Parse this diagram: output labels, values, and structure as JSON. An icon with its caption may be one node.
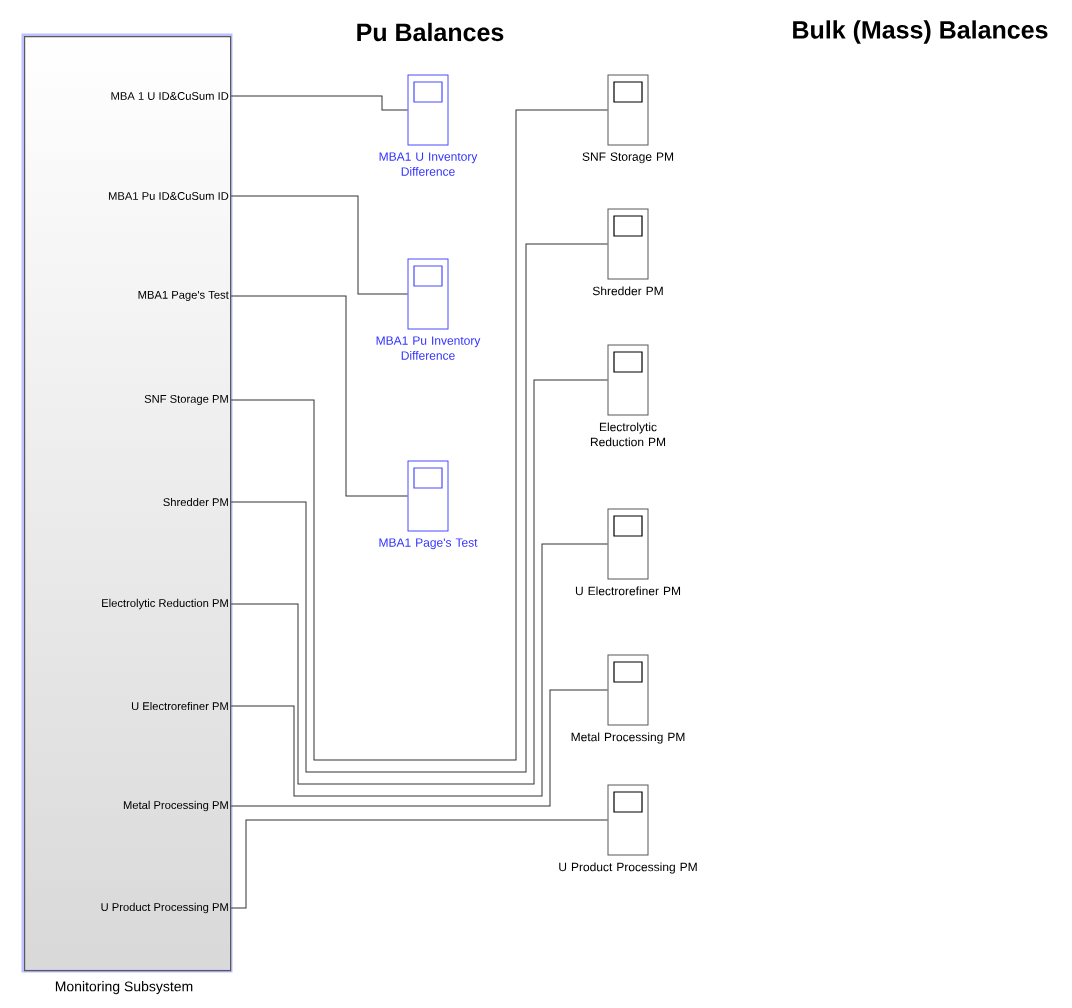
{
  "diagram": {
    "nodes": [
      {
        "text": [],
        "shape": "box",
        "beside": [
          "Monitoring Subsystem"
        ]
      },
      {
        "text": [
          "MBA 1 U ID&CuSum ID"
        ],
        "in": 0
      },
      {
        "text": [
          "MBA1 Pu ID&CuSum ID"
        ],
        "in": 0
      },
      {
        "text": [
          "MBA1 Page's Test"
        ],
        "in": 0
      },
      {
        "text": [
          "SNF Storage  PM"
        ],
        "in": 0
      },
      {
        "text": [
          "Shredder PM"
        ],
        "in": 0
      },
      {
        "text": [
          "Electrolytic Reduction PM"
        ],
        "in": 0
      },
      {
        "text": [
          "U Electrorefiner PM"
        ],
        "in": 0
      },
      {
        "text": [
          "Metal Processing PM"
        ],
        "in": 0
      },
      {
        "text": [
          "U Product Processing PM"
        ],
        "in": 0
      },
      {
        "text": [],
        "shape": "box",
        "beside": [
          "MBA1 U Inventory Difference"
        ]
      },
      {
        "text": [],
        "shape": "box",
        "beside": [
          "MBA1 Pu Inventory Difference"
        ]
      },
      {
        "text": [],
        "shape": "box",
        "beside": [
          "MBA1 Page's Test"
        ]
      },
      {
        "text": [],
        "shape": "box",
        "beside": [
          "SNF Storage PM"
        ]
      },
      {
        "text": [],
        "shape": "box",
        "beside": [
          "Shredder PM"
        ]
      },
      {
        "text": [],
        "shape": "box",
        "beside": [
          "Electrolytic Reduction PM"
        ]
      },
      {
        "text": [],
        "shape": "box",
        "beside": [
          "U Electrorefiner PM"
        ]
      },
      {
        "text": [],
        "shape": "box",
        "beside": [
          "Metal Processing PM"
        ]
      },
      {
        "text": [],
        "shape": "box",
        "beside": [
          "U Product Processing PM"
        ]
      }
    ],
    "edges": [
      {
        "from": 1,
        "to": 10,
        "arrow": "none"
      },
      {
        "from": 2,
        "to": 11,
        "arrow": "none"
      },
      {
        "from": 3,
        "to": 12,
        "arrow": "none"
      },
      {
        "from": 4,
        "to": 13,
        "arrow": "none"
      },
      {
        "from": 5,
        "to": 14,
        "arrow": "none"
      },
      {
        "from": 6,
        "to": 15,
        "arrow": "none"
      },
      {
        "from": 7,
        "to": 16,
        "arrow": "none"
      },
      {
        "from": 8,
        "to": 17,
        "arrow": "none"
      },
      {
        "from": 9,
        "to": 18,
        "arrow": "none"
      }
    ],
    "labels": [
      "Pu Balances",
      "Bulk (Mass) Balances"
    ]
  }
}
